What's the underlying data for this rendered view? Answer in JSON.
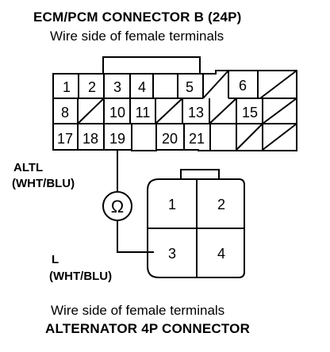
{
  "ecm_title": "ECM/PCM CONNECTOR B (24P)",
  "ecm_subtitle": "Wire side of female terminals",
  "ecm_pins": {
    "row1": [
      "1",
      "2",
      "3",
      "4",
      "5",
      "",
      "6",
      ""
    ],
    "row2": [
      "8",
      "",
      "10",
      "11",
      "",
      "13",
      "",
      "15",
      ""
    ],
    "row3": [
      "17",
      "18",
      "19",
      "",
      "20",
      "21",
      "",
      ""
    ]
  },
  "wire_altl": {
    "name": "ALTL",
    "color": "(WHT/BLU)"
  },
  "wire_l": {
    "name": "L",
    "color": "(WHT/BLU)"
  },
  "ohm_symbol": "Ω",
  "alt_pins": [
    "1",
    "2",
    "3",
    "4"
  ],
  "alt_subtitle": "Wire side of female terminals",
  "alt_title": "ALTERNATOR 4P CONNECTOR"
}
